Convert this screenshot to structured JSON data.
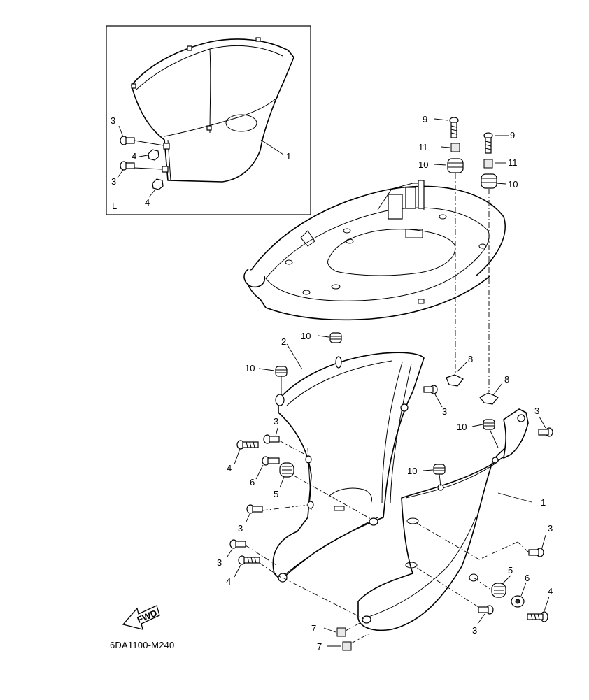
{
  "inset": {
    "side_label": "L"
  },
  "callouts": {
    "inset": [
      {
        "id": "c-in-1",
        "text": "1"
      },
      {
        "id": "c-in-3a",
        "text": "3"
      },
      {
        "id": "c-in-4a",
        "text": "4"
      },
      {
        "id": "c-in-3b",
        "text": "3"
      },
      {
        "id": "c-in-4b",
        "text": "4"
      }
    ],
    "main": [
      {
        "text": "9"
      },
      {
        "text": "11"
      },
      {
        "text": "10"
      },
      {
        "text": "9"
      },
      {
        "text": "11"
      },
      {
        "text": "10"
      },
      {
        "text": "10"
      },
      {
        "text": "2"
      },
      {
        "text": "10"
      },
      {
        "text": "8"
      },
      {
        "text": "8"
      },
      {
        "text": "3"
      },
      {
        "text": "3"
      },
      {
        "text": "3"
      },
      {
        "text": "10"
      },
      {
        "text": "4"
      },
      {
        "text": "6"
      },
      {
        "text": "5"
      },
      {
        "text": "10"
      },
      {
        "text": "1"
      },
      {
        "text": "3"
      },
      {
        "text": "3"
      },
      {
        "text": "3"
      },
      {
        "text": "4"
      },
      {
        "text": "5"
      },
      {
        "text": "6"
      },
      {
        "text": "4"
      },
      {
        "text": "3"
      },
      {
        "text": "7"
      },
      {
        "text": "7"
      }
    ]
  },
  "fwd_label": "FWD",
  "diagram_code": "6DA1100-M240"
}
